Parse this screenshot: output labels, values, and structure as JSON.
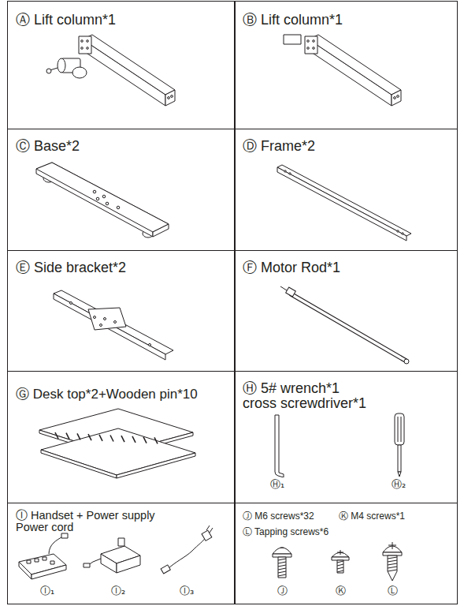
{
  "diagram": {
    "nodes": [
      {
        "text": [
          "Ⓐ Lift column*1"
        ]
      },
      {
        "text": [
          "Ⓑ Lift column*1"
        ]
      },
      {
        "text": [
          "Ⓒ Base*2"
        ]
      },
      {
        "text": [
          "Ⓓ Frame*2"
        ]
      },
      {
        "text": [
          "Ⓔ Side bracket*2"
        ]
      },
      {
        "text": [
          "Ⓕ Motor Rod*1"
        ]
      },
      {
        "text": [
          "Ⓖ Desk top*2+Wooden pin*10"
        ]
      },
      {
        "text": [
          "Ⓗ 5# wrench*1 cross screwdriver*1"
        ]
      },
      {
        "text": [
          "Ⓘ Handset + Power supply Power cord"
        ]
      },
      {
        "text": [
          "Ⓙ M6 screws*32",
          "Ⓚ M4 screws*1",
          "Ⓛ Tapping screws*6"
        ]
      }
    ],
    "labels": [
      "Ⓗ₁",
      "Ⓗ₂",
      "Ⓘ₁",
      "Ⓘ₂",
      "Ⓘ₃",
      "Ⓙ",
      "Ⓚ",
      "Ⓛ"
    ]
  }
}
